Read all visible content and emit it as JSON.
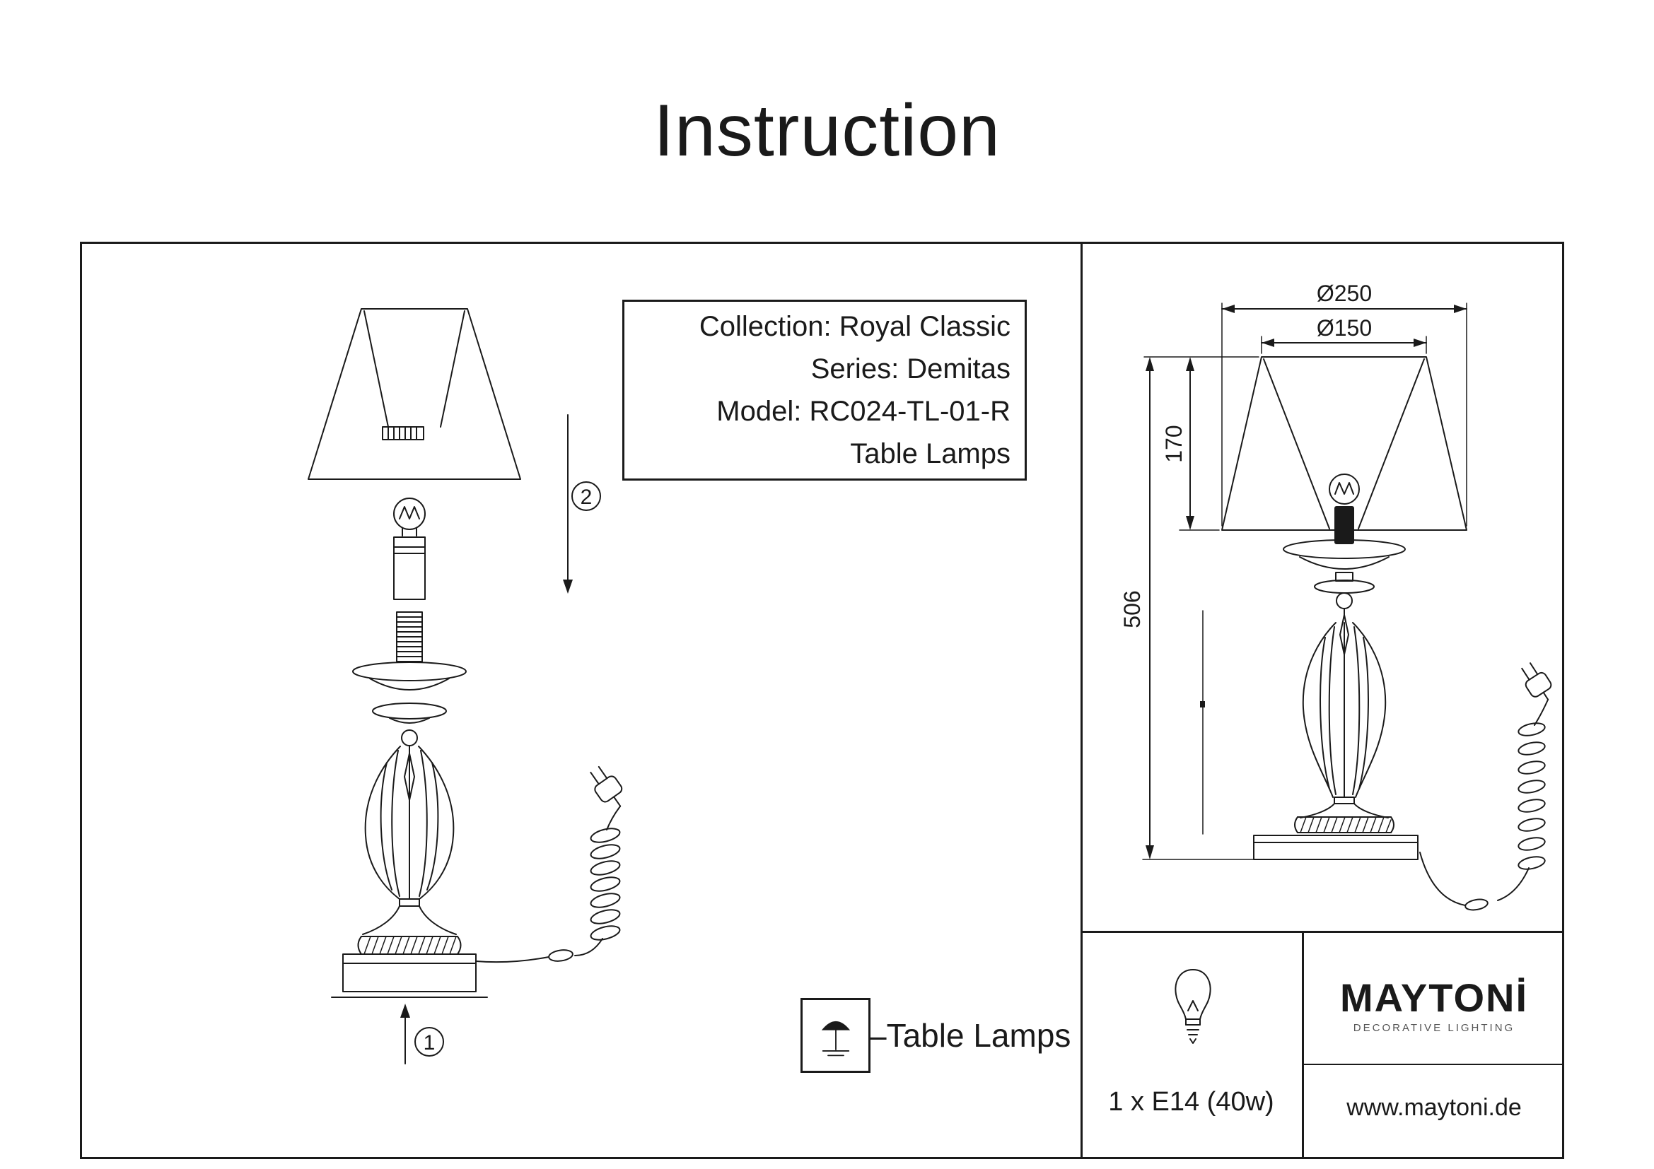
{
  "title": "Instruction",
  "info_box": {
    "lines": [
      "Collection: Royal Classic",
      "Series: Demitas",
      "Model: RC024-TL-01-R",
      "Table Lamps"
    ]
  },
  "steps": {
    "step1": "1",
    "step2": "2"
  },
  "category": {
    "label": "–Table Lamps"
  },
  "dims": {
    "top_diameter": "Ø250",
    "inner_diameter": "Ø150",
    "shade_height": "170",
    "total_height": "506"
  },
  "specs": {
    "bulb": "1 x E14 (40w)"
  },
  "brand": {
    "logo": "MAYTONİ",
    "tagline": "DECORATIVE LIGHTING",
    "website": "www.maytoni.de"
  },
  "colors": {
    "line": "#1a1a1a",
    "background": "#ffffff"
  }
}
